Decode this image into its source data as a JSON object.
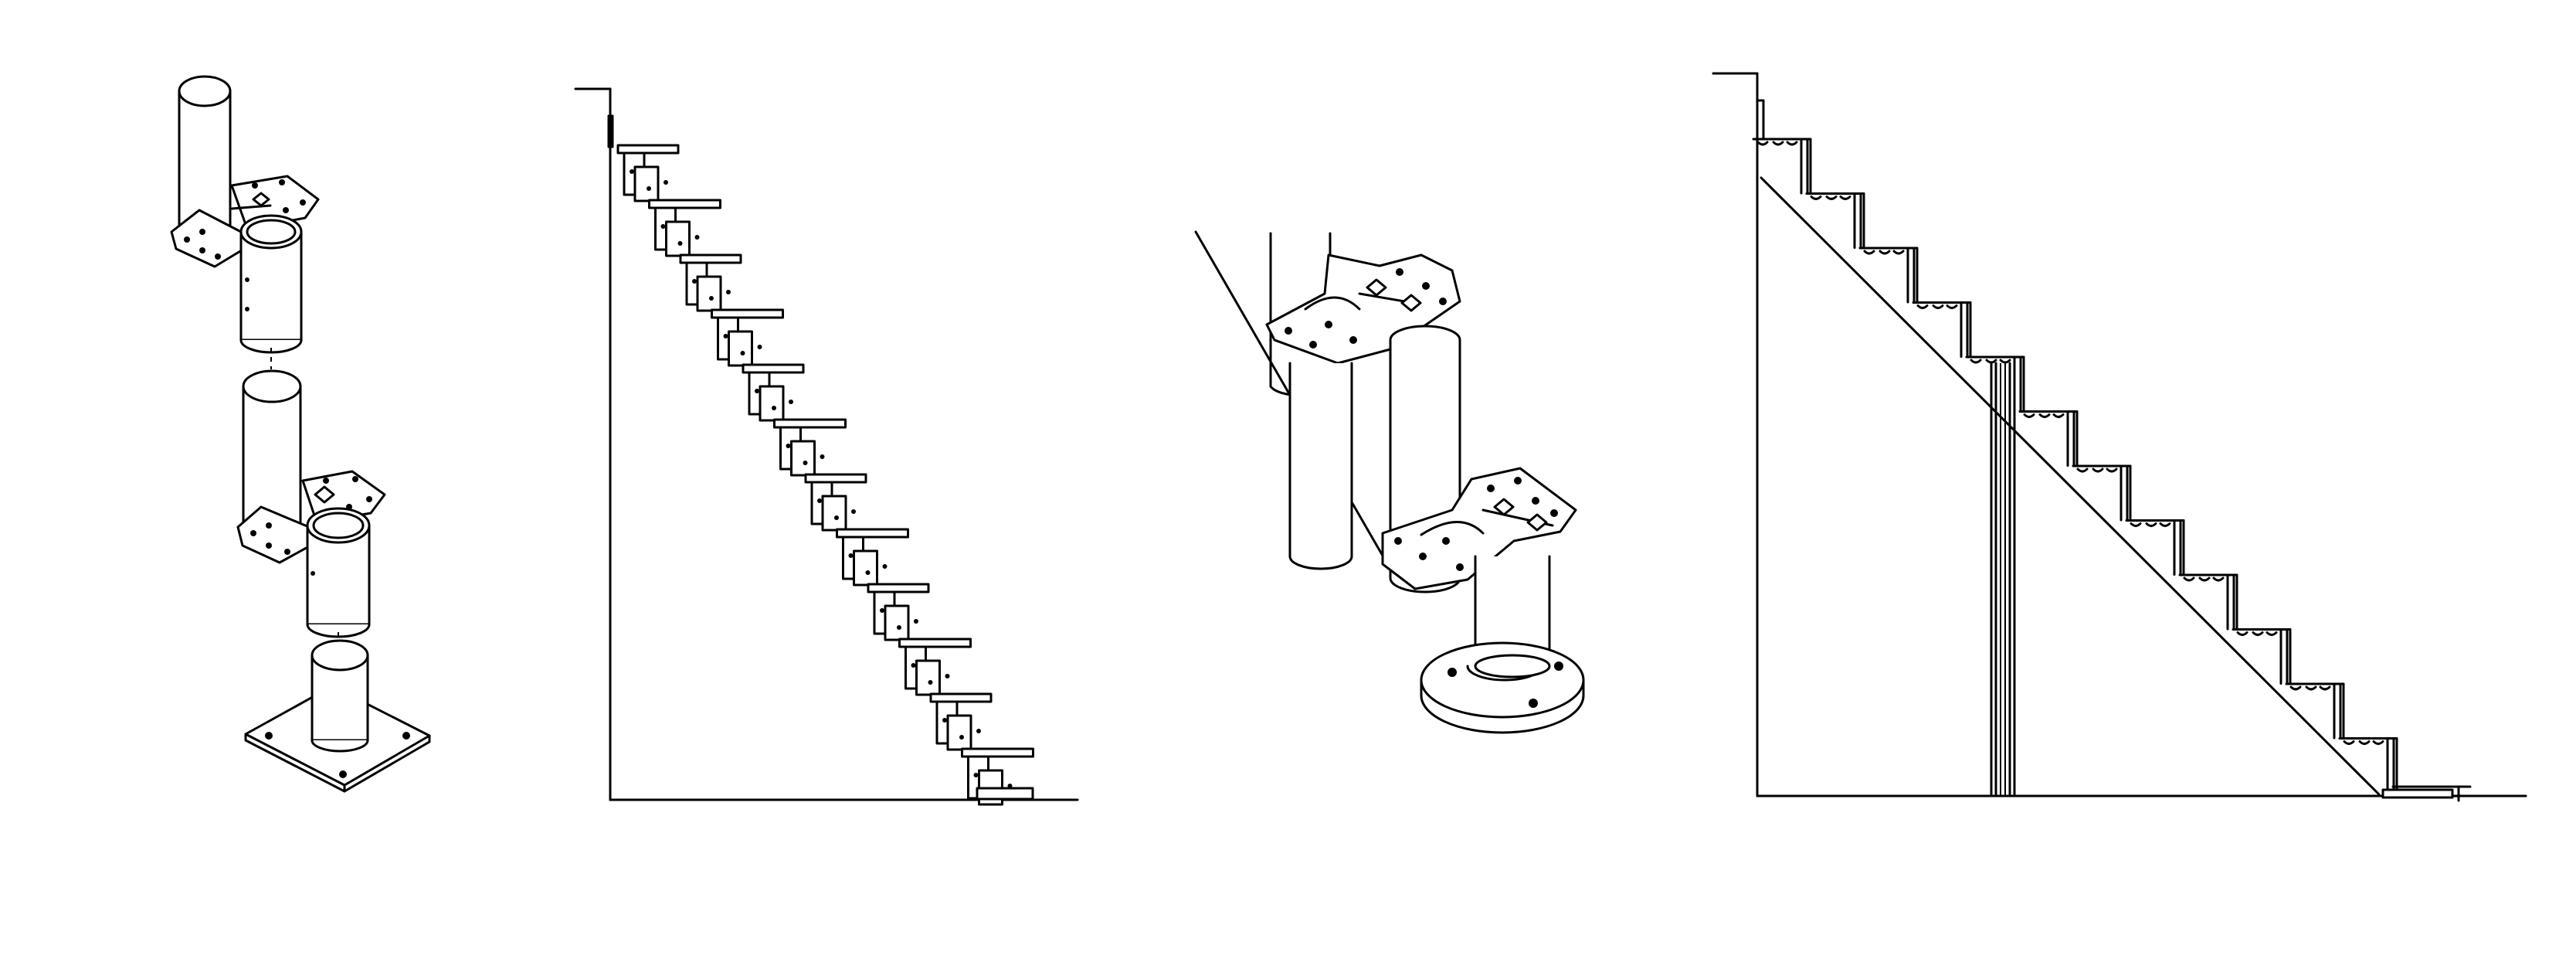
{
  "figure": {
    "panels": [
      {
        "id": "exploded-column",
        "description_visible_text": ""
      },
      {
        "id": "side-elevation-1",
        "description_visible_text": ""
      },
      {
        "id": "joint-detail",
        "description_visible_text": ""
      },
      {
        "id": "side-elevation-2",
        "description_visible_text": ""
      }
    ],
    "colors": {
      "line": "#000000",
      "background": "#ffffff"
    },
    "icons": [
      "tube-icon",
      "bracket-plate-icon",
      "base-plate-icon",
      "tread-icon",
      "flange-icon",
      "post-icon"
    ],
    "staircase_1_treads": 12,
    "staircase_2_steps": 12
  }
}
